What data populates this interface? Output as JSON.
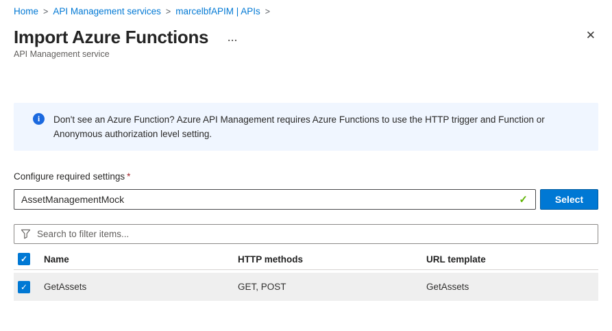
{
  "breadcrumb": {
    "separator": ">",
    "items": [
      {
        "label": "Home"
      },
      {
        "label": "API Management services"
      },
      {
        "label": "marcelbfAPIM | APIs"
      }
    ]
  },
  "header": {
    "title": "Import Azure Functions",
    "subtitle": "API Management service",
    "more_label": "...",
    "close_glyph": "✕"
  },
  "banner": {
    "text": "Don't see an Azure Function? Azure API Management requires Azure Functions to use the HTTP trigger and Function or Anonymous authorization level setting.",
    "icon": "info-icon",
    "icon_glyph": "i",
    "background": "#f0f6ff",
    "icon_color": "#1b69df"
  },
  "settings": {
    "label": "Configure required settings",
    "required_marker": "*",
    "function_app_value": "AssetManagementMock",
    "valid_glyph": "✓",
    "select_button_label": "Select"
  },
  "filter": {
    "placeholder": "Search to filter items...",
    "icon": "filter-funnel-icon"
  },
  "table": {
    "columns": {
      "name": "Name",
      "http_methods": "HTTP methods",
      "url_template": "URL template"
    },
    "header_checkbox_checked": true,
    "check_glyph": "✓",
    "rows": [
      {
        "checked": true,
        "name": "GetAssets",
        "http_methods": "GET, POST",
        "url_template": "GetAssets"
      }
    ]
  },
  "colors": {
    "accent": "#0078d4",
    "link": "#0078d4",
    "required": "#a4262c",
    "valid_green": "#5db300",
    "row_background": "#efefef"
  }
}
